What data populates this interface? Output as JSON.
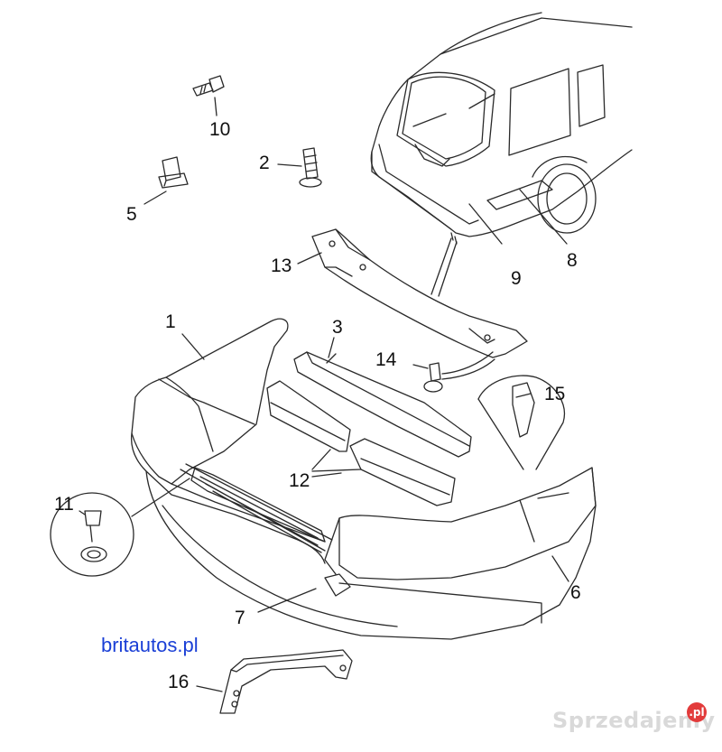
{
  "callouts": {
    "c1": "1",
    "c2": "2",
    "c3": "3",
    "c5": "5",
    "c6": "6",
    "c7": "7",
    "c8": "8",
    "c9": "9",
    "c10": "10",
    "c11": "11",
    "c12": "12",
    "c13": "13",
    "c14": "14",
    "c15": "15",
    "c16": "16"
  },
  "site_link": "britautos.pl",
  "watermark": {
    "text": "Sprzedajemy",
    "badge": ".pl"
  },
  "colors": {
    "line": "#2a2a2a",
    "link": "#1a3fd6",
    "watermark": "#d9d9d9",
    "badge": "#e23b3b"
  }
}
